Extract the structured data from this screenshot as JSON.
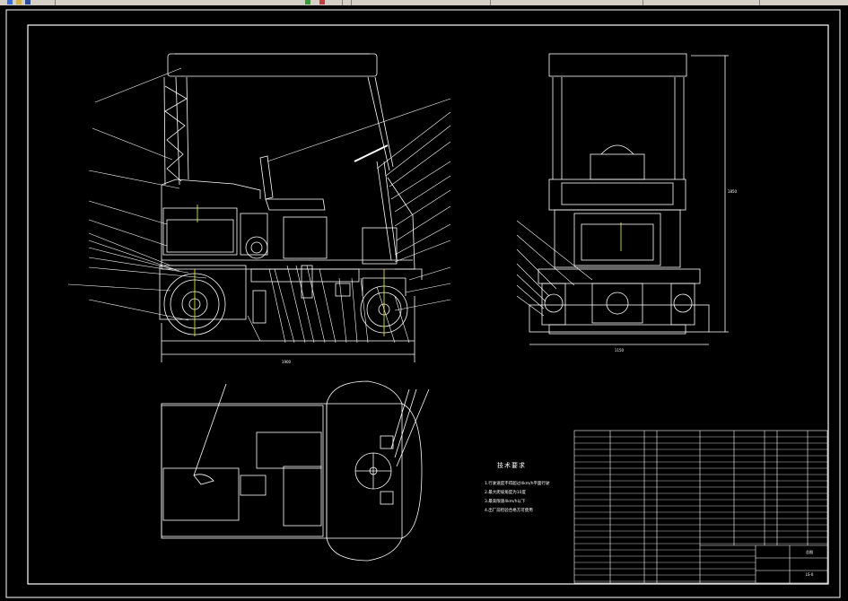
{
  "colors": {
    "background": "#000000",
    "lines": "#ffffff",
    "highlight": "#ffff00",
    "toolbar": "#d4d0c8"
  },
  "toolbar": {
    "icons": [
      "new-file-icon",
      "open-folder-icon",
      "save-icon",
      "undo-icon",
      "redo-icon"
    ]
  },
  "notes": {
    "title": "技术要求",
    "lines": [
      "1.行驶速度不得超过4km/h平面行驶",
      "2.最大爬坡角度为10度",
      "3.最高限速4km/h以下",
      "4.出厂前检验合格方可使用"
    ]
  },
  "title_block": {
    "drawing_name": "总图",
    "drawing_code": "LS-0"
  },
  "dimensions": {
    "side_length": "1900",
    "front_width": "1150",
    "front_height": "1850"
  }
}
